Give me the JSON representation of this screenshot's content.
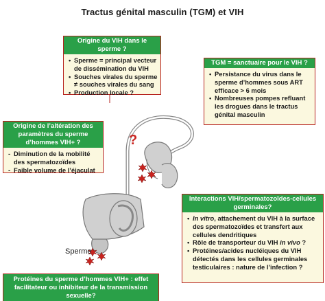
{
  "title": "Tractus génital masculin (TGM) et VIH",
  "boxes": {
    "origine_vih": {
      "header": "Origine du VIH dans le sperme ?",
      "items": [
        "Sperme = principal vecteur de dissémination du VIH",
        "Souches virales du sperme ≠ souches virales du sang",
        "Production locale ?"
      ]
    },
    "tgm_sanctuaire": {
      "header": "TGM = sanctuaire pour le VIH ?",
      "items": [
        "Persistance du virus dans le sperme d’hommes sous ART efficace > 6 mois",
        "Nombreuses pompes refluant les drogues dans le tractus génital masculin"
      ]
    },
    "alteration": {
      "header": "Origine de l’altération des paramètres du sperme d’hommes VIH+ ?",
      "items": [
        "Diminution de la mobilité des spermatozoïdes",
        "Faible volume de l’éjaculat"
      ]
    },
    "interactions": {
      "header": "Interactions VIH/spermatozoïdes-cellules germinales?",
      "items": [
        {
          "it": "In vitro",
          "rest": ", attachement du VIH à la surface des spermatozoïdes et transfert aux cellules dendritiques"
        },
        {
          "pre": "Rôle de transporteur du VIH ",
          "it": "in vivo",
          "rest": " ?"
        },
        {
          "pre": "Protéines/acides nucléiques du VIH détectés dans les cellules germinales testiculaires : nature de l’infection ?"
        }
      ]
    },
    "proteines": {
      "header": "Protéines du sperme d’hommes VIH+ : effet facilitateur ou inhibiteur de la transmission sexuelle?"
    }
  },
  "labels": {
    "sperme": "Sperme",
    "question": "?"
  },
  "colors": {
    "header_green": "#2aa048",
    "box_fill": "#fbf8df",
    "box_border": "#b6221d",
    "anatomy_fill": "#d0d0d0",
    "virus_red": "#c8231f"
  }
}
